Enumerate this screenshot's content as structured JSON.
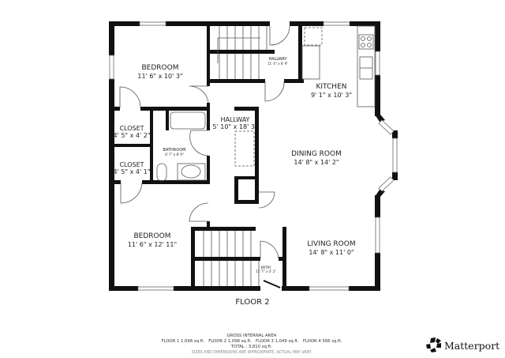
{
  "plan": {
    "title": "FLOOR 2",
    "rooms": [
      {
        "name": "BEDROOM",
        "size": "11' 6\" x 10' 3\""
      },
      {
        "name": "KITCHEN",
        "size": "9' 1\" x 10' 3\""
      },
      {
        "name": "HALLWAY",
        "size": "11' 4\" x 6' 9\""
      },
      {
        "name": "CLOSET",
        "size": "4' 5\" x 4' 2\""
      },
      {
        "name": "CLOSET",
        "size": "4' 5\" x 4' 1\""
      },
      {
        "name": "BATHROOM",
        "size": "6' 7\" x 8' 9\""
      },
      {
        "name": "HALLWAY",
        "size": "5' 10\" x 18' 3\""
      },
      {
        "name": "DINING ROOM",
        "size": "14' 8\" x 14' 2\""
      },
      {
        "name": "BEDROOM",
        "size": "11' 6\" x 12' 11\""
      },
      {
        "name": "LIVING ROOM",
        "size": "14' 8\" x 11' 0\""
      },
      {
        "name": "ENTRY",
        "size": "11' 7\" x 3' 2\""
      }
    ]
  },
  "footer": {
    "heading": "GROSS INTERNAL AREA",
    "floors": "FLOOR 1 1,098 sq.ft.   FLOOR 2 1,098 sq.ft.   FLOOR 3 1,049 sq.ft.   FLOOR 4 566 sq.ft.",
    "total": "TOTAL :  3,810 sq.ft.",
    "disclaimer": "SIZES AND DIMENSIONS ARE APPROXIMATE, ACTUAL MAY VARY."
  },
  "brand": {
    "name": "Matterport",
    "icon": "matterport-logo-icon"
  }
}
